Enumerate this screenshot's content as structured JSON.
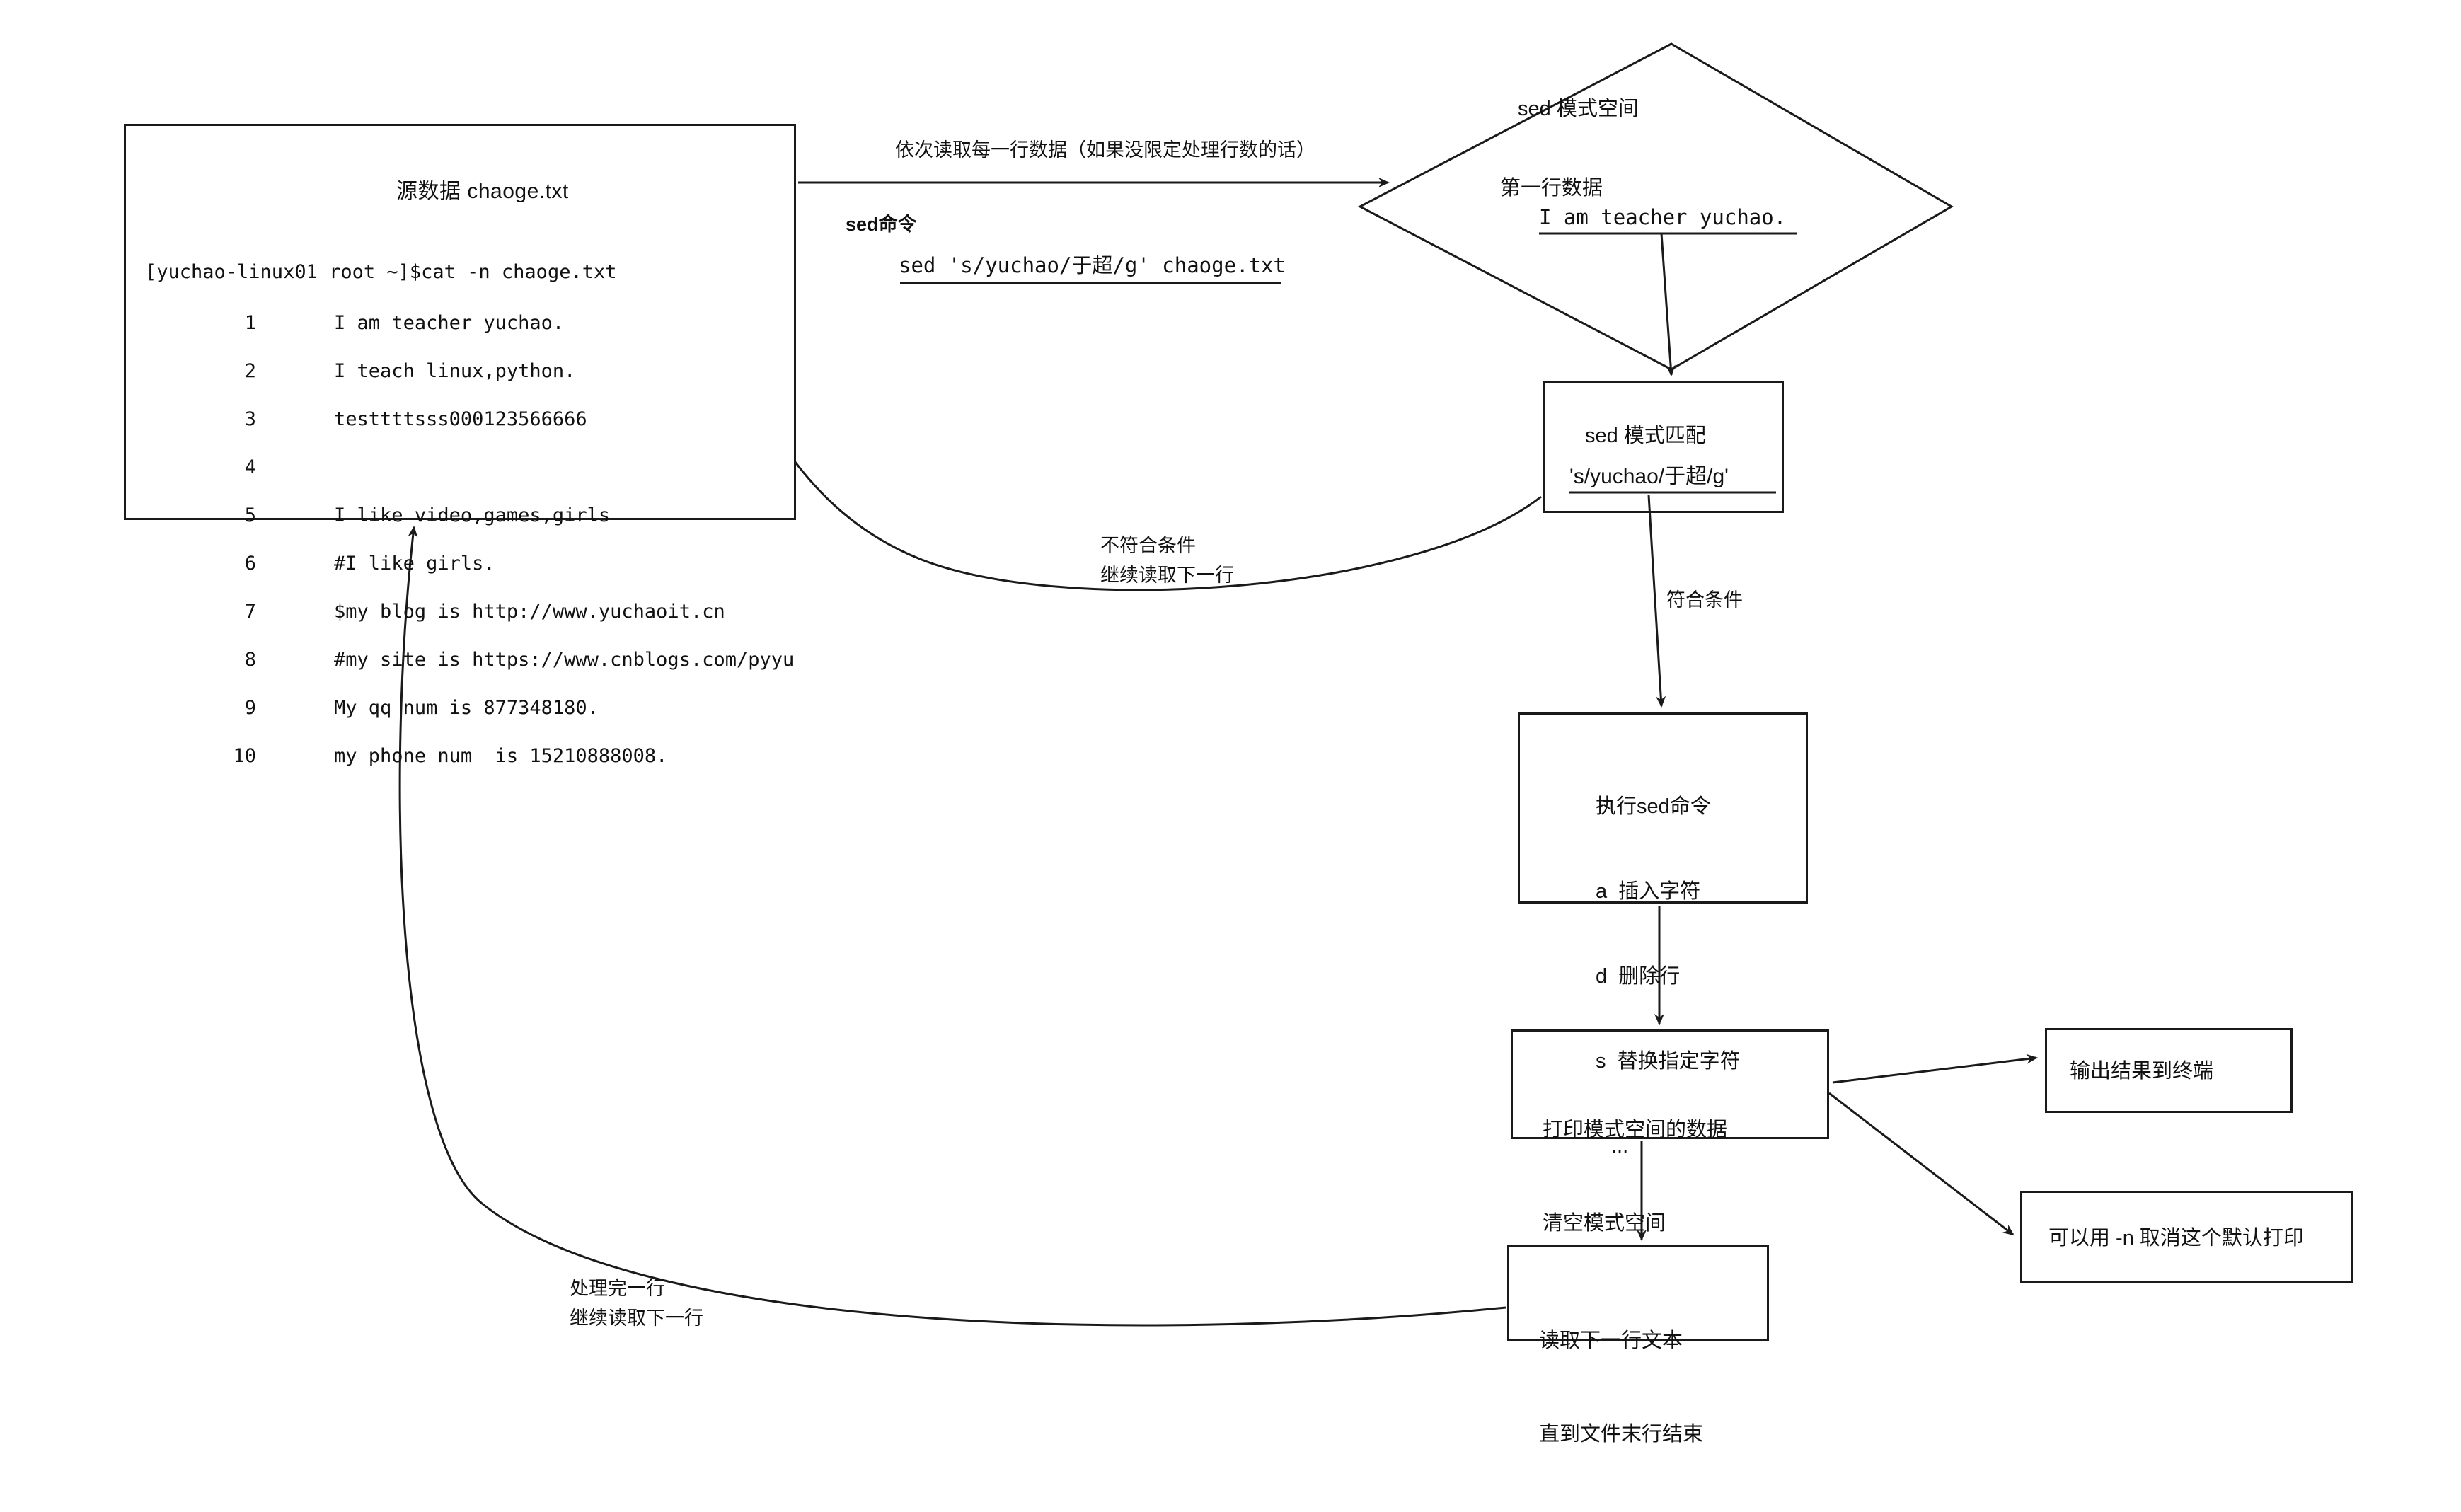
{
  "diagram": {
    "title": "sed 命令执行流程图",
    "stroke_color": "#1a1a1a",
    "background": "#ffffff"
  },
  "source_box": {
    "title": "源数据 chaoge.txt",
    "prompt": "[yuchao-linux01 root ~]$cat -n chaoge.txt",
    "lines": [
      {
        "no": "1",
        "text": "I am teacher yuchao."
      },
      {
        "no": "2",
        "text": "I teach linux,python."
      },
      {
        "no": "3",
        "text": "testtttsss000123566666"
      },
      {
        "no": "4",
        "text": ""
      },
      {
        "no": "5",
        "text": "I like video,games,girls"
      },
      {
        "no": "6",
        "text": "#I like girls."
      },
      {
        "no": "7",
        "text": "$my blog is http://www.yuchaoit.cn"
      },
      {
        "no": "8",
        "text": "#my site is https://www.cnblogs.com/pyyu"
      },
      {
        "no": "9",
        "text": "My qq num is 877348180."
      },
      {
        "no": "10",
        "text": "my phone num  is 15210888008."
      }
    ]
  },
  "edges": {
    "read_each_line": "依次读取每一行数据（如果没限定处理行数的话）",
    "sed_command_label": "sed命令",
    "sed_command_expr": "sed 's/yuchao/于超/g' chaoge.txt",
    "no_match": "不符合条件\n继续读取下一行",
    "match": "符合条件",
    "loop_back": "处理完一行\n继续读取下一行"
  },
  "pattern_space": {
    "title": "sed 模式空间",
    "subtitle": "第一行数据",
    "content": "I am teacher yuchao."
  },
  "pattern_match": {
    "title": "sed 模式匹配",
    "expression": "'s/yuchao/于超/g'"
  },
  "exec_box": {
    "title": "执行sed命令",
    "items": [
      "a  插入字符",
      "d  删除行",
      "s  替换指定字符",
      "..."
    ]
  },
  "print_box": {
    "line1": "打印模式空间的数据",
    "line2": "清空模式空间"
  },
  "next_line_box": {
    "line1": "读取下一行文本",
    "line2": "直到文件末行结束"
  },
  "output_box": {
    "label": "输出结果到终端"
  },
  "suppress_box": {
    "label": "可以用 -n 取消这个默认打印"
  }
}
